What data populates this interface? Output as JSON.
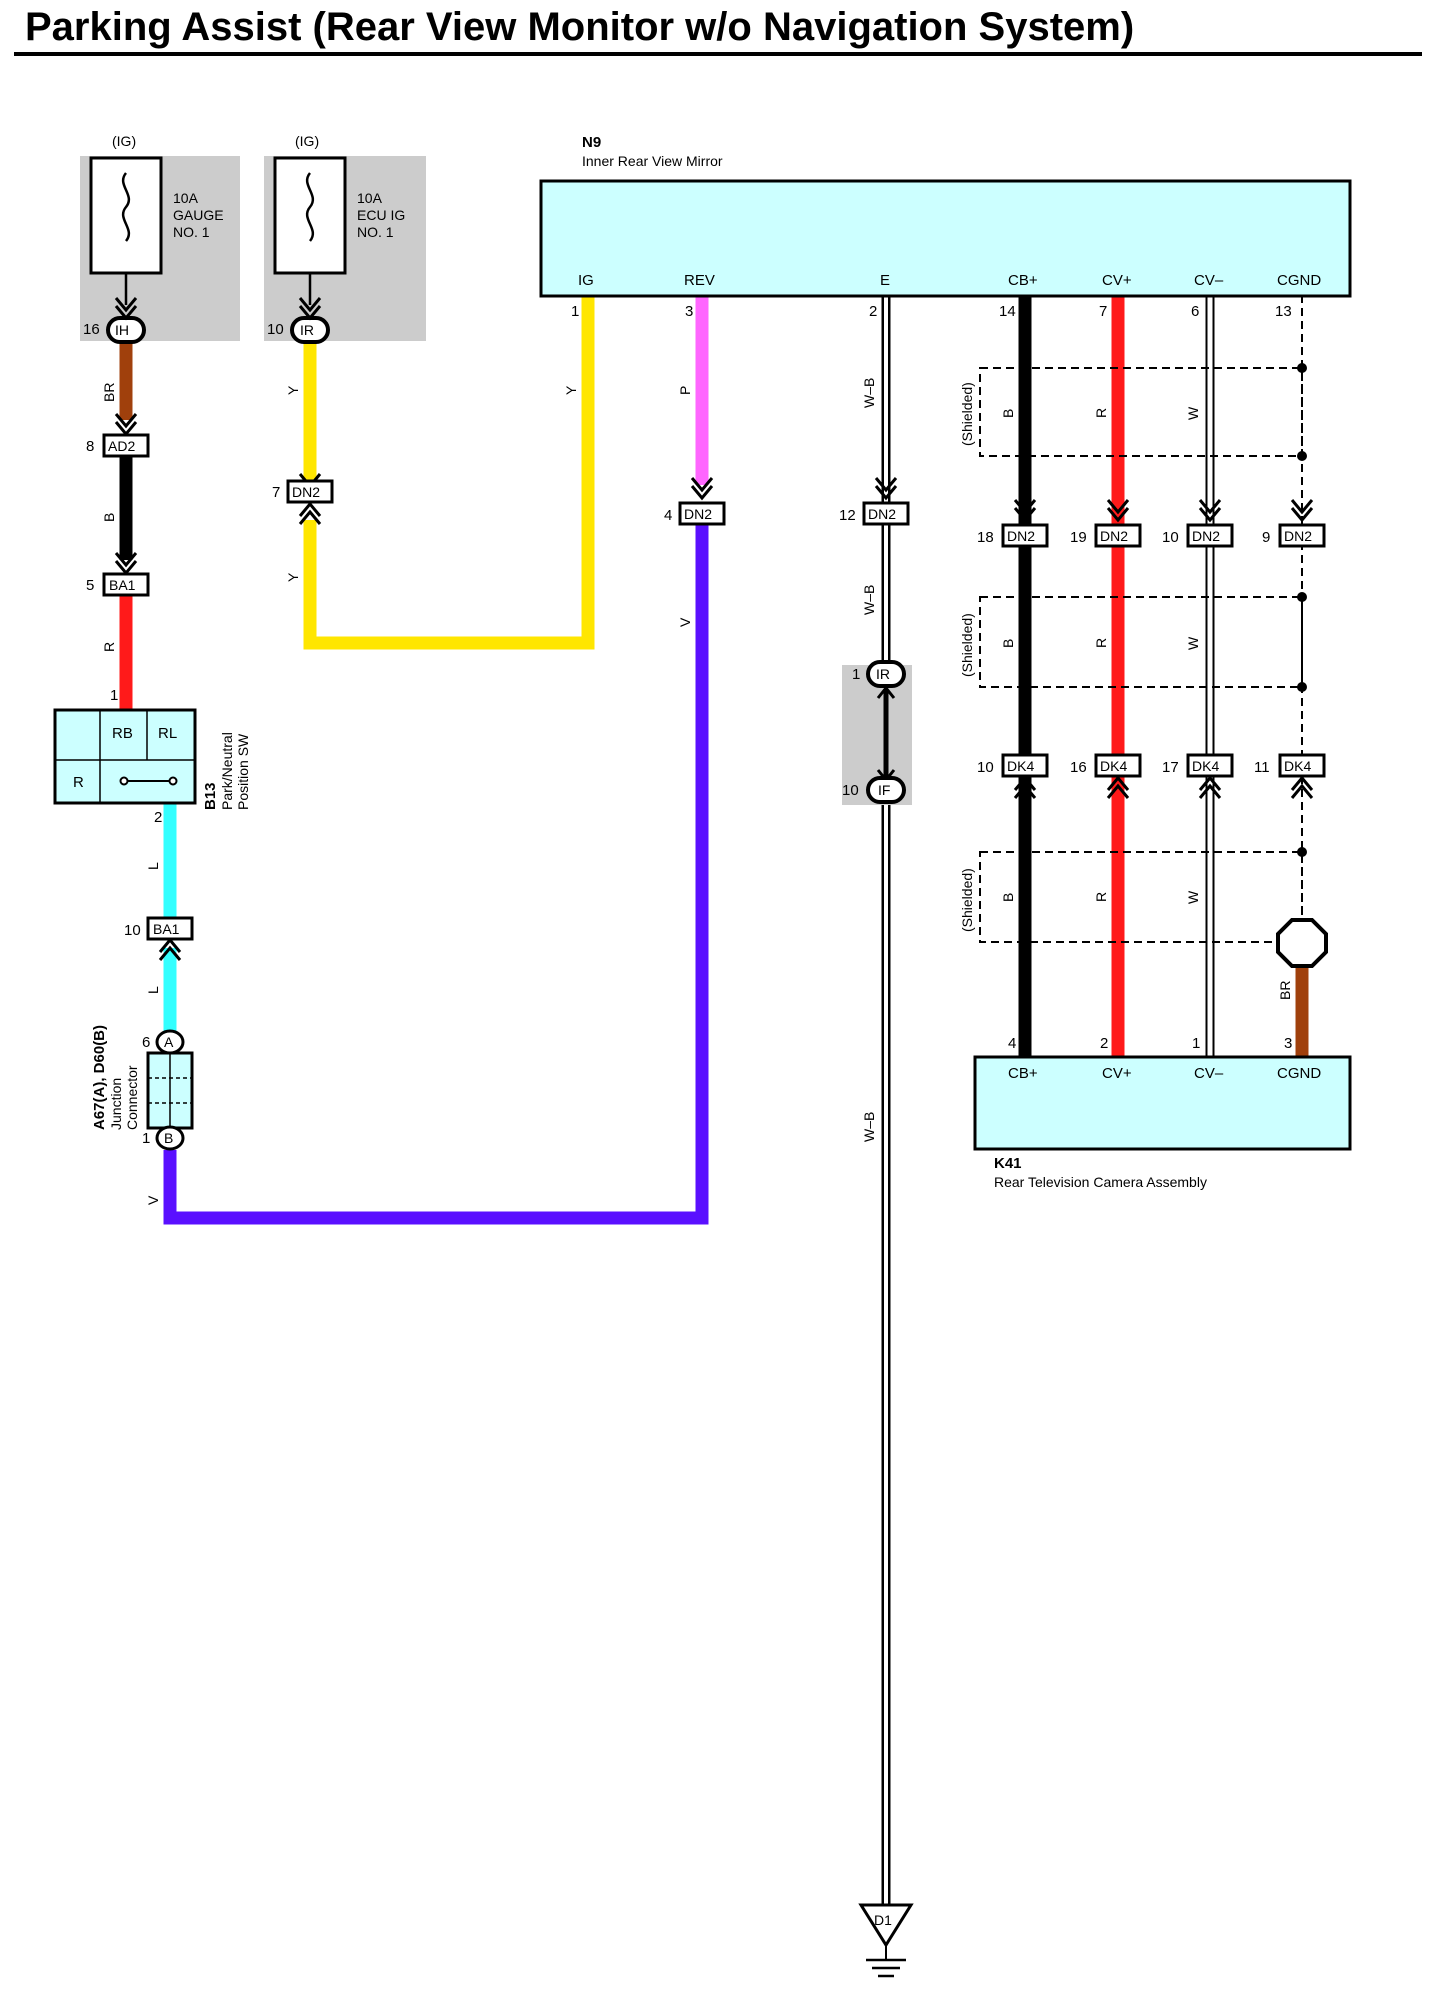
{
  "title": "Parking Assist (Rear View Monitor w/o Navigation System)",
  "fuses": [
    {
      "id": "gauge",
      "supply": "(IG)",
      "line1": "10A",
      "line2": "GAUGE",
      "line3": "NO. 1",
      "pin": "16",
      "conn": "IH"
    },
    {
      "id": "ecu",
      "supply": "(IG)",
      "line1": "10A",
      "line2": "ECU IG",
      "line3": "NO. 1",
      "pin": "10",
      "conn": "IR"
    }
  ],
  "mirror": {
    "code": "N9",
    "name": "Inner Rear View Mirror",
    "terminals": [
      {
        "name": "IG",
        "pin": "1"
      },
      {
        "name": "REV",
        "pin": "3"
      },
      {
        "name": "E",
        "pin": "2"
      },
      {
        "name": "CB+",
        "pin": "14"
      },
      {
        "name": "CV+",
        "pin": "7"
      },
      {
        "name": "CV–",
        "pin": "6"
      },
      {
        "name": "CGND",
        "pin": "13"
      }
    ]
  },
  "camera": {
    "code": "K41",
    "name": "Rear Television Camera Assembly",
    "terminals": [
      {
        "name": "CB+",
        "pin": "4"
      },
      {
        "name": "CV+",
        "pin": "2"
      },
      {
        "name": "CV–",
        "pin": "1"
      },
      {
        "name": "CGND",
        "pin": "3"
      }
    ]
  },
  "switch": {
    "code": "B13",
    "name1": "Park/Neutral",
    "name2": "Position SW",
    "rb": "RB",
    "rl": "RL",
    "r": "R",
    "pin_top": "1",
    "pin_bottom": "2"
  },
  "junction": {
    "code": "A67(A), D60(B)",
    "name1": "Junction",
    "name2": "Connector",
    "pin_a": "6",
    "tag_a": "A",
    "pin_b": "1",
    "tag_b": "B"
  },
  "connectors": [
    {
      "id": "ad2",
      "pin": "8",
      "name": "AD2"
    },
    {
      "id": "ba1a",
      "pin": "5",
      "name": "BA1"
    },
    {
      "id": "ba1b",
      "pin": "10",
      "name": "BA1"
    },
    {
      "id": "dn2-ig",
      "pin": "7",
      "name": "DN2"
    },
    {
      "id": "dn2-rev",
      "pin": "4",
      "name": "DN2"
    },
    {
      "id": "dn2-e",
      "pin": "12",
      "name": "DN2"
    },
    {
      "id": "dn2-cb",
      "pin": "18",
      "name": "DN2"
    },
    {
      "id": "dn2-cv",
      "pin": "19",
      "name": "DN2"
    },
    {
      "id": "dn2-cvm",
      "pin": "10",
      "name": "DN2"
    },
    {
      "id": "dn2-cg",
      "pin": "9",
      "name": "DN2"
    },
    {
      "id": "dk4-cb",
      "pin": "10",
      "name": "DK4"
    },
    {
      "id": "dk4-cv",
      "pin": "16",
      "name": "DK4"
    },
    {
      "id": "dk4-cvm",
      "pin": "17",
      "name": "DK4"
    },
    {
      "id": "dk4-cg",
      "pin": "11",
      "name": "DK4"
    },
    {
      "id": "ir2",
      "pin": "1",
      "name": "IR"
    },
    {
      "id": "if",
      "pin": "10",
      "name": "IF"
    }
  ],
  "wire_colors": {
    "BR": "BR",
    "B": "B",
    "R": "R",
    "L": "L",
    "V": "V",
    "Y": "Y",
    "P": "P",
    "W_B": "W–B",
    "W": "W"
  },
  "shielded": "(Shielded)",
  "ground": "D1",
  "colors": {
    "yellow": "#ffe600",
    "brown": "#a0400c",
    "red": "#ff1a1a",
    "cyan": "#33ffff",
    "violet": "#5a10ff",
    "pink": "#ff66ff",
    "box": "#ccffff",
    "gray": "#cccccc"
  }
}
